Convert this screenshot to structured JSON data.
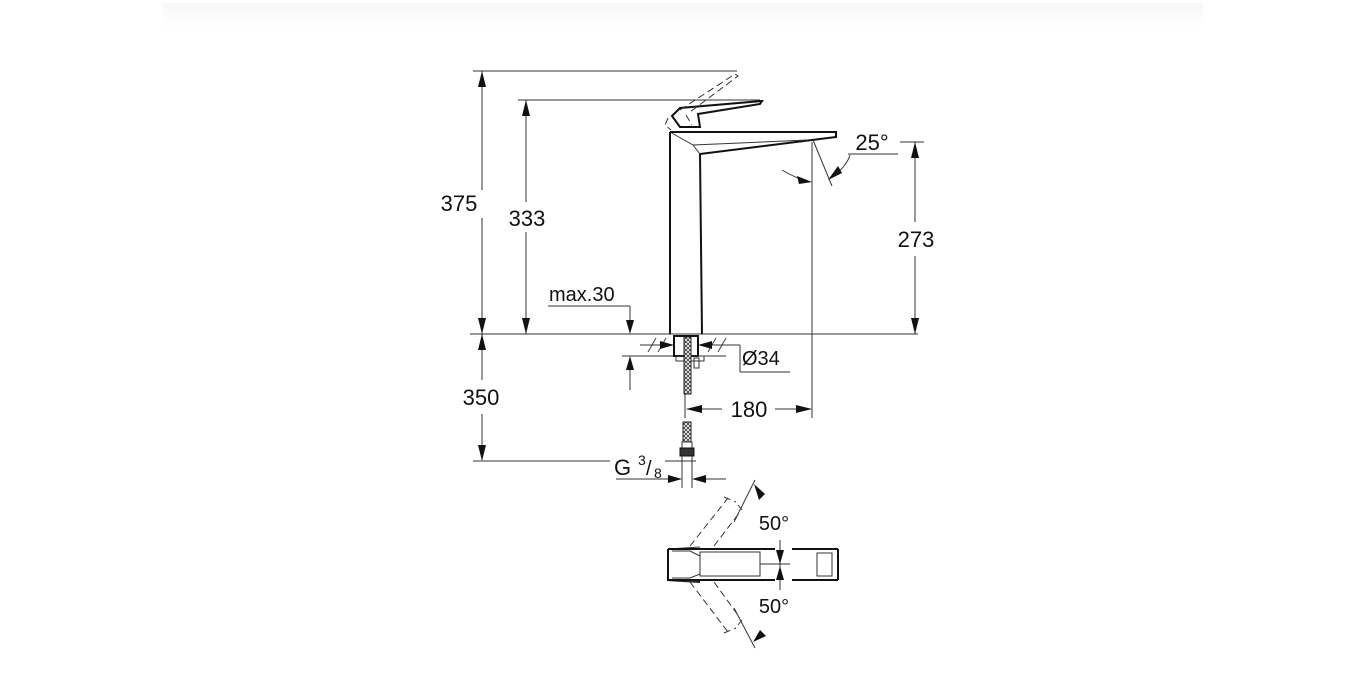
{
  "diagram": {
    "type": "technical-dimension-drawing",
    "subject": "single-lever basin mixer (tall spout)",
    "units": "mm",
    "dimensions": {
      "overall_height_open": "375",
      "overall_height": "333",
      "spout_outlet_height": "273",
      "below_deck_hose_length": "350",
      "spout_reach": "180",
      "max_deck_thickness": "max.30",
      "hole_diameter": "Ø34",
      "connection_thread_prefix": "G",
      "connection_thread_num": "3",
      "connection_thread_den": "8",
      "spout_angle": "25°",
      "lever_swing_up": "50°",
      "lever_swing_down": "50°"
    },
    "views": [
      "side-elevation",
      "top-plan"
    ]
  }
}
